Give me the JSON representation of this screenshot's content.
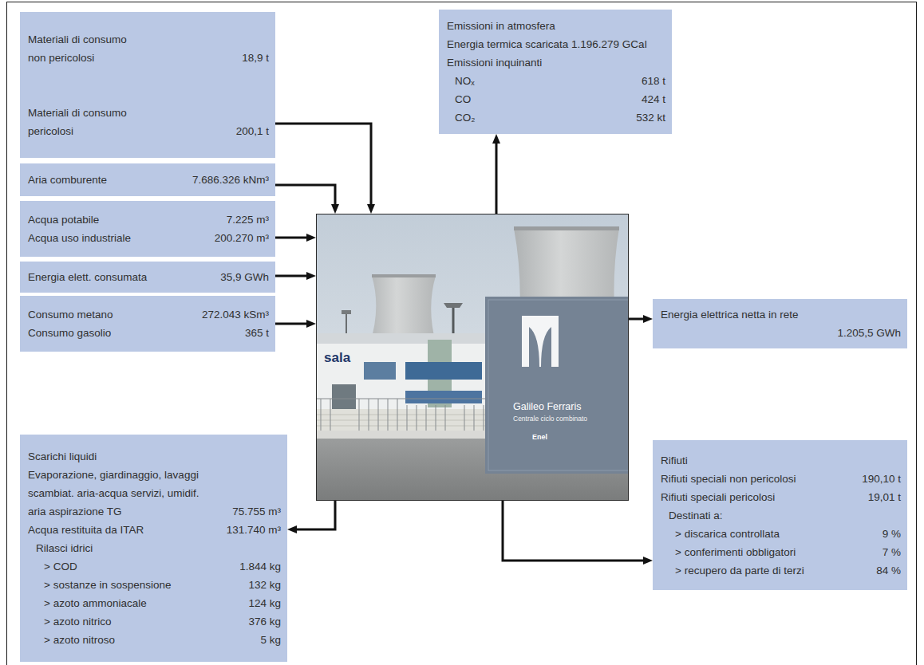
{
  "diagram": {
    "nodes": [
      {
        "text": [
          "Materiali di consumo non pericolosi",
          "18,9 t",
          "Materiali di consumo pericolosi",
          "200,1 t"
        ]
      },
      {
        "text": [
          "Aria comburente",
          "7.686.326 kNm³"
        ]
      },
      {
        "text": [
          "Acqua potabile",
          "7.225 m³",
          "Acqua uso industriale",
          "200.270 m³"
        ]
      },
      {
        "text": [
          "Energia elett. consumata",
          "35,9 GWh"
        ]
      },
      {
        "text": [
          "Consumo metano",
          "272.043 kSm³",
          "Consumo gasolio",
          "365 t"
        ]
      },
      {
        "text": [
          "Emissioni in atmosfera",
          "Energia termica scaricata 1.196.279 GCal",
          "Emissioni inquinanti",
          "NOₓ",
          "618 t",
          "CO",
          "424 t",
          "CO₂",
          "532 kt"
        ]
      },
      {
        "text": [
          "sala",
          "Galileo Ferraris",
          "Centrale ciclo combinato",
          "Enel"
        ]
      },
      {
        "text": [
          "Energia elettrica netta in rete",
          "1.205,5 GWh"
        ]
      },
      {
        "text": [
          "Scarichi liquidi",
          "Evaporazione, giardinaggio, lavaggi scambiat. aria-acqua servizi, umidif. aria aspirazione TG",
          "75.755 m³",
          "Acqua restituita da ITAR",
          "131.740 m³",
          "Rilasci idrici",
          "> COD",
          "1.844 kg",
          "> sostanze in sospensione",
          "132 kg",
          "> azoto ammoniacale",
          "124 kg",
          "> azoto nitrico",
          "376 kg",
          "> azoto nitroso",
          "5 kg"
        ]
      },
      {
        "text": [
          "Rifiuti",
          "Rifiuti speciali non pericolosi",
          "190,10 t",
          "Rifiuti speciali pericolosi",
          "19,01 t",
          "Destinati a:",
          "> discarica controllata",
          "9 %",
          "> conferimenti obbligatori",
          "7 %",
          "> recupero da parte di terzi",
          "84 %"
        ]
      }
    ],
    "edges": [
      {
        "from": 0,
        "to": 6,
        "arrow": "to"
      },
      {
        "from": 1,
        "to": 6,
        "arrow": "to"
      },
      {
        "from": 2,
        "to": 6,
        "arrow": "to"
      },
      {
        "from": 3,
        "to": 6,
        "arrow": "to"
      },
      {
        "from": 4,
        "to": 6,
        "arrow": "to"
      },
      {
        "from": 6,
        "to": 5,
        "arrow": "to"
      },
      {
        "from": 6,
        "to": 7,
        "arrow": "to"
      },
      {
        "from": 6,
        "to": 8,
        "arrow": "to"
      },
      {
        "from": 6,
        "to": 9,
        "arrow": "to"
      }
    ]
  }
}
